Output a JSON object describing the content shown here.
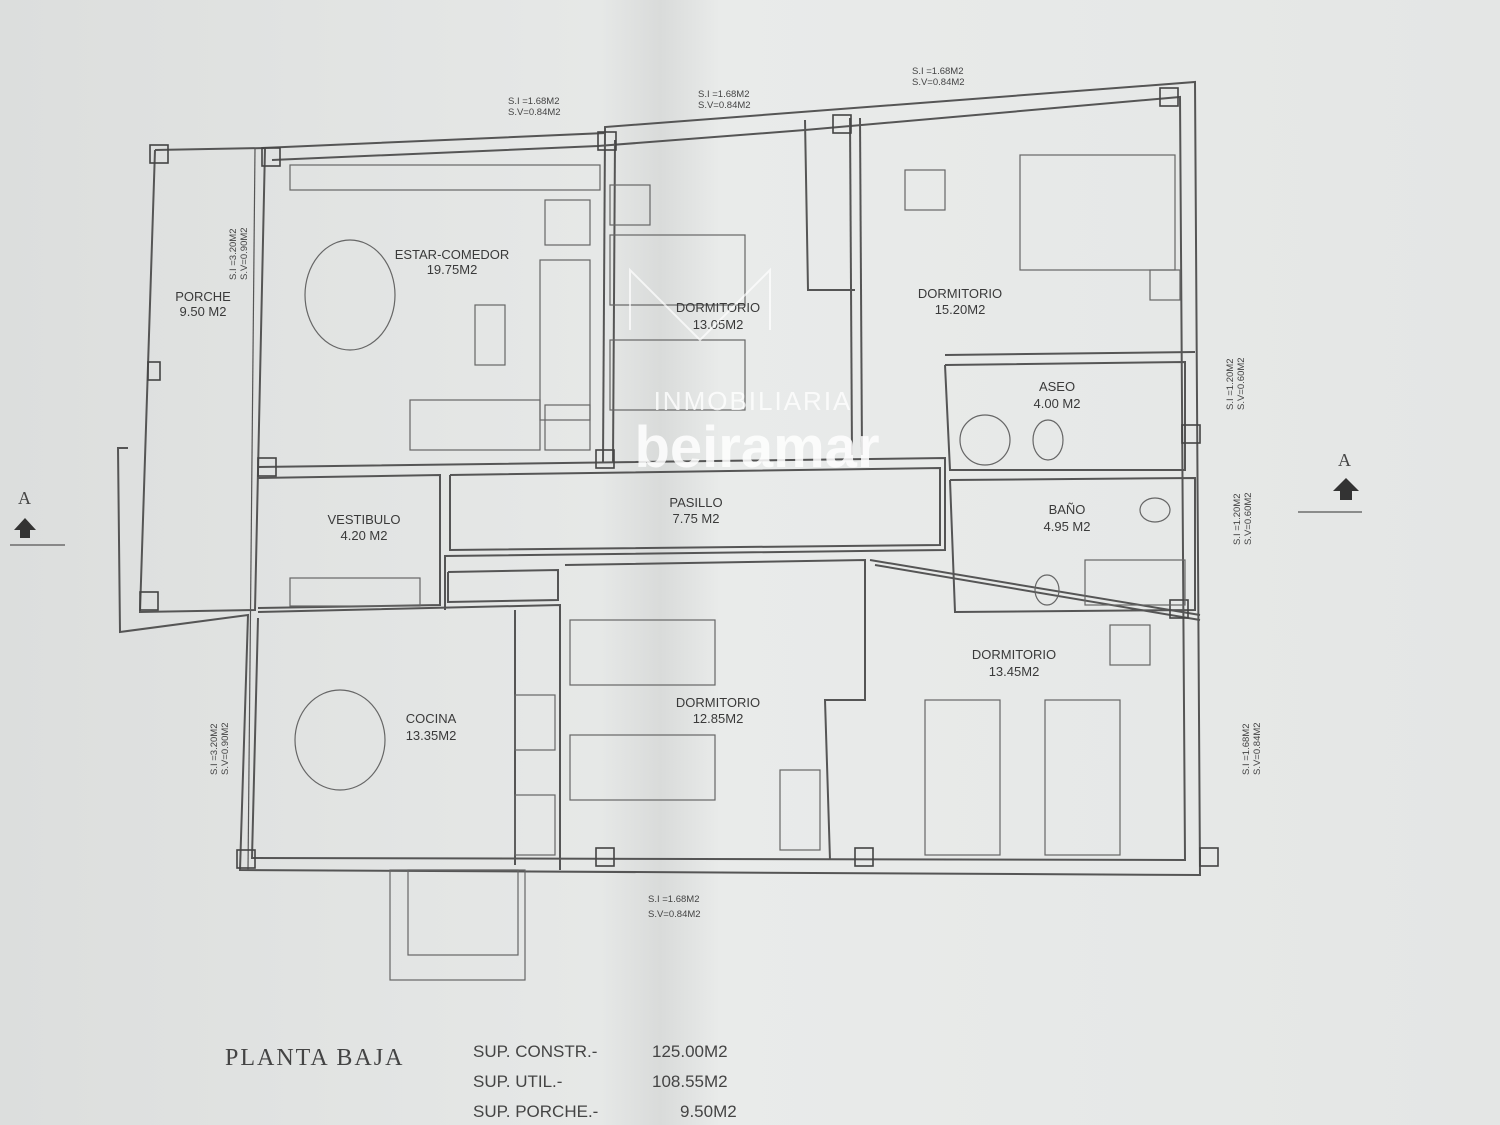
{
  "plan": {
    "title": "PLANTA BAJA",
    "rooms": [
      {
        "name": "ESTAR-COMEDOR",
        "area": "19.75M2"
      },
      {
        "name": "PORCHE",
        "area": "9.50 M2"
      },
      {
        "name": "DORMITORIO",
        "area": "13.05M2"
      },
      {
        "name": "DORMITORIO",
        "area": "15.20M2"
      },
      {
        "name": "ASEO",
        "area": "4.00 M2"
      },
      {
        "name": "PASILLO",
        "area": "7.75 M2"
      },
      {
        "name": "VESTIBULO",
        "area": "4.20 M2"
      },
      {
        "name": "BAÑO",
        "area": "4.95 M2"
      },
      {
        "name": "DORMITORIO",
        "area": "13.45M2"
      },
      {
        "name": "DORMITORIO",
        "area": "12.85M2"
      },
      {
        "name": "COCINA",
        "area": "13.35M2"
      }
    ],
    "windows": [
      {
        "si": "S.I =1.68M2",
        "sv": "S.V=0.84M2"
      },
      {
        "si": "S.I =1.68M2",
        "sv": "S.V=0.84M2"
      },
      {
        "si": "S.I =1.68M2",
        "sv": "S.V=0.84M2"
      },
      {
        "si": "S.I =3.20M2",
        "sv": "S.V=0.90M2"
      },
      {
        "si": "S.I =3.20M2",
        "sv": "S.V=0.90M2"
      },
      {
        "si": "S.I =1.20M2",
        "sv": "S.V=0.60M2"
      },
      {
        "si": "S.I =1.20M2",
        "sv": "S.V=0.60M2"
      },
      {
        "si": "S.I =1.68M2",
        "sv": "S.V=0.84M2"
      },
      {
        "si": "S.I =1.68M2",
        "sv": "S.V=0.84M2"
      }
    ],
    "section_marker": "A",
    "summary": [
      {
        "label": "SUP. CONSTR.-",
        "value": "125.00M2"
      },
      {
        "label": "SUP. UTIL.-",
        "value": "108.55M2"
      },
      {
        "label": "SUP. PORCHE.-",
        "value": "9.50M2"
      }
    ]
  },
  "watermark": {
    "line1": "INMOBILIARIA",
    "line2": "beiramar"
  }
}
